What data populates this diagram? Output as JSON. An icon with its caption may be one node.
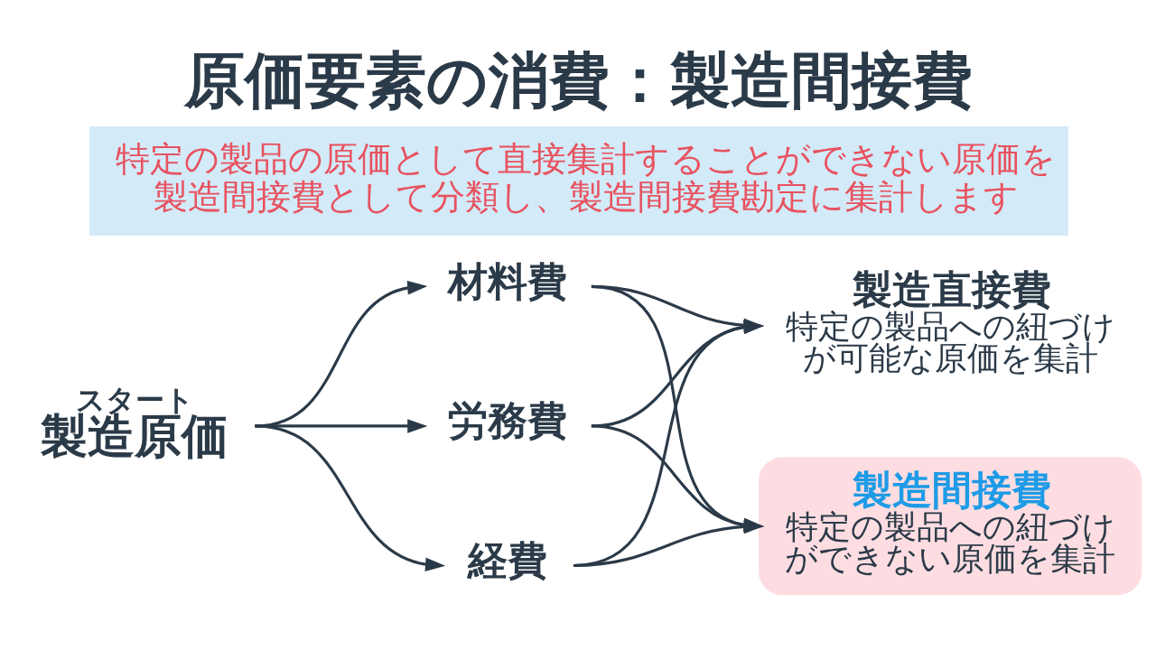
{
  "diagram": {
    "title": "原価要素の消費：製造間接費",
    "nodes": [
      {
        "text": [
          "スタート",
          "製造原価"
        ]
      },
      {
        "text": [
          "材料費"
        ]
      },
      {
        "text": [
          "労務費"
        ]
      },
      {
        "text": [
          "経費"
        ]
      },
      {
        "text": [
          "製造直接費",
          "特定の製品への紐づけが可能な原価を集計"
        ]
      },
      {
        "text": [
          "製造間接費",
          "特定の製品への紐づけができない原価を集計"
        ]
      },
      {
        "text": [
          "特定の製品の原価として直接集計することができない原価を製造間接費として分類し、製造間接費勘定に集計します"
        ]
      }
    ],
    "edges": [
      {
        "from": 0,
        "to": 1,
        "arrow": "to"
      },
      {
        "from": 0,
        "to": 2,
        "arrow": "to"
      },
      {
        "from": 0,
        "to": 3,
        "arrow": "to"
      },
      {
        "from": 1,
        "to": 4,
        "arrow": "to"
      },
      {
        "from": 1,
        "to": 5,
        "arrow": "to"
      },
      {
        "from": 2,
        "to": 4,
        "arrow": "to"
      },
      {
        "from": 2,
        "to": 5,
        "arrow": "to"
      },
      {
        "from": 3,
        "to": 4,
        "arrow": "to"
      },
      {
        "from": 3,
        "to": 5,
        "arrow": "to"
      }
    ]
  }
}
